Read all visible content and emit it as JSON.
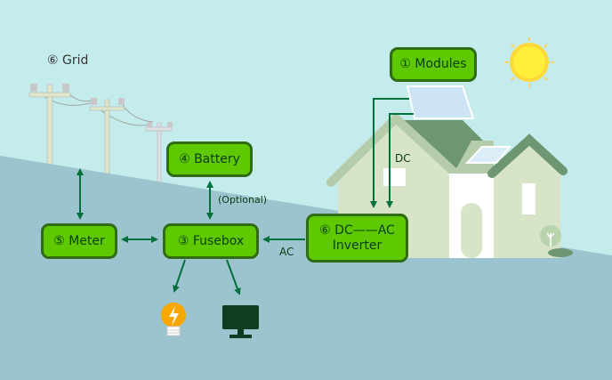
{
  "grid_label": "⑥ Grid",
  "boxes": {
    "modules": "① Modules",
    "battery": "④ Battery",
    "meter": "⑤ Meter",
    "fusebox": "③ Fusebox",
    "inverter_line1": "⑥ DC——AC",
    "inverter_line2": "Inverter"
  },
  "labels": {
    "dc": "DC",
    "ac": "AC",
    "optional": "(Optional)"
  },
  "colors": {
    "sky": "#c5ecec",
    "ground": "#9bc4cf",
    "box": "#5ec800",
    "box_border": "#2e6b12",
    "arrow": "#00703c"
  }
}
